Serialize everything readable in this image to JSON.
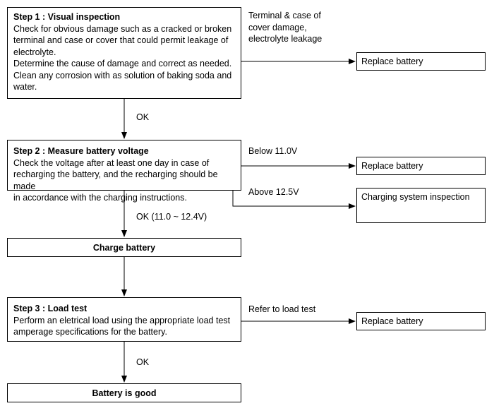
{
  "step1": {
    "title": "Step 1 : Visual inspection",
    "lines": [
      "Check for obvious damage such as a cracked or broken",
      "terminal and case or cover that could permit leakage of",
      "electrolyte.",
      "Determine the cause of damage and correct as needed.",
      "Clean any corrosion with as solution of baking soda and",
      "water."
    ]
  },
  "step1_branch": {
    "label": "Terminal & case of\ncover damage,\nelectrolyte leakage",
    "result": "Replace battery"
  },
  "ok1": "OK",
  "step2": {
    "title": "Step 2 : Measure battery voltage",
    "lines": [
      "Check the voltage after at least one day in case of",
      "recharging the battery, and the recharging should be made",
      "in accordance with the charging instructions."
    ]
  },
  "step2_branch_low": {
    "label": "Below 11.0V",
    "result": "Replace battery"
  },
  "step2_branch_high": {
    "label": "Above 12.5V",
    "result": "Charging system inspection"
  },
  "ok2": "OK (11.0 ~ 12.4V)",
  "charge_battery": "Charge battery",
  "step3": {
    "title": "Step 3 : Load test",
    "lines": [
      "Perform an eletrical load using the appropriate load test",
      "amperage specifications for the battery."
    ]
  },
  "step3_branch": {
    "label": "Refer to load test",
    "result": "Replace battery"
  },
  "ok3": "OK",
  "battery_good": "Battery is good"
}
